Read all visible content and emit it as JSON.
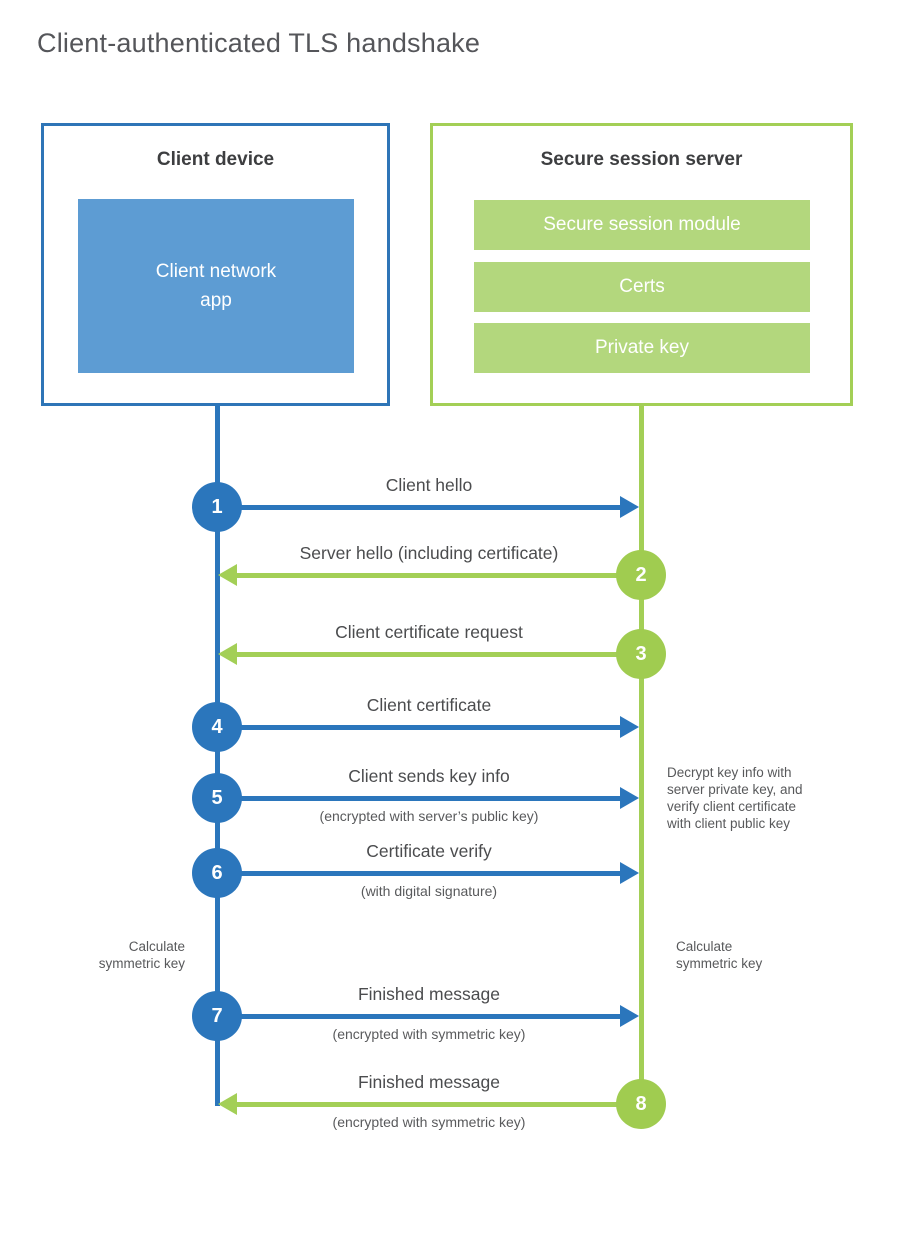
{
  "title": "Client-authenticated TLS handshake",
  "colors": {
    "client_accent": "#2b76bc",
    "client_fill": "#5d9cd3",
    "server_accent": "#a3cf56",
    "server_fill": "#b3d77d",
    "heading_text": "#3d3e40",
    "label_text": "#4b4c4e",
    "note_text": "#58595b"
  },
  "client_box": {
    "title": "Client device",
    "app_label": "Client network app"
  },
  "server_box": {
    "title": "Secure session server",
    "modules": [
      "Secure session module",
      "Certs",
      "Private key"
    ]
  },
  "steps": [
    {
      "num": "1",
      "from": "client",
      "label": "Client hello"
    },
    {
      "num": "2",
      "from": "server",
      "label": "Server hello (including certificate)"
    },
    {
      "num": "3",
      "from": "server",
      "label": "Client certificate request"
    },
    {
      "num": "4",
      "from": "client",
      "label": "Client certificate"
    },
    {
      "num": "5",
      "from": "client",
      "label": "Client sends key info",
      "sublabel": "(encrypted with server’s public key)"
    },
    {
      "num": "6",
      "from": "client",
      "label": "Certificate verify",
      "sublabel": "(with digital signature)"
    },
    {
      "num": "7",
      "from": "client",
      "label": "Finished message",
      "sublabel": "(encrypted with symmetric key)"
    },
    {
      "num": "8",
      "from": "server",
      "label": "Finished message",
      "sublabel": "(encrypted with symmetric key)"
    }
  ],
  "annotations": {
    "decrypt_note": {
      "text": "Decrypt key info with server private key, and verify client certificate with client public key",
      "lines": [
        "Decrypt key info with",
        "server private key, and",
        "verify client certificate",
        "with client public key"
      ]
    },
    "calculate_note": {
      "text": "Calculate symmetric key",
      "lines": [
        "Calculate",
        "symmetric key"
      ]
    }
  }
}
